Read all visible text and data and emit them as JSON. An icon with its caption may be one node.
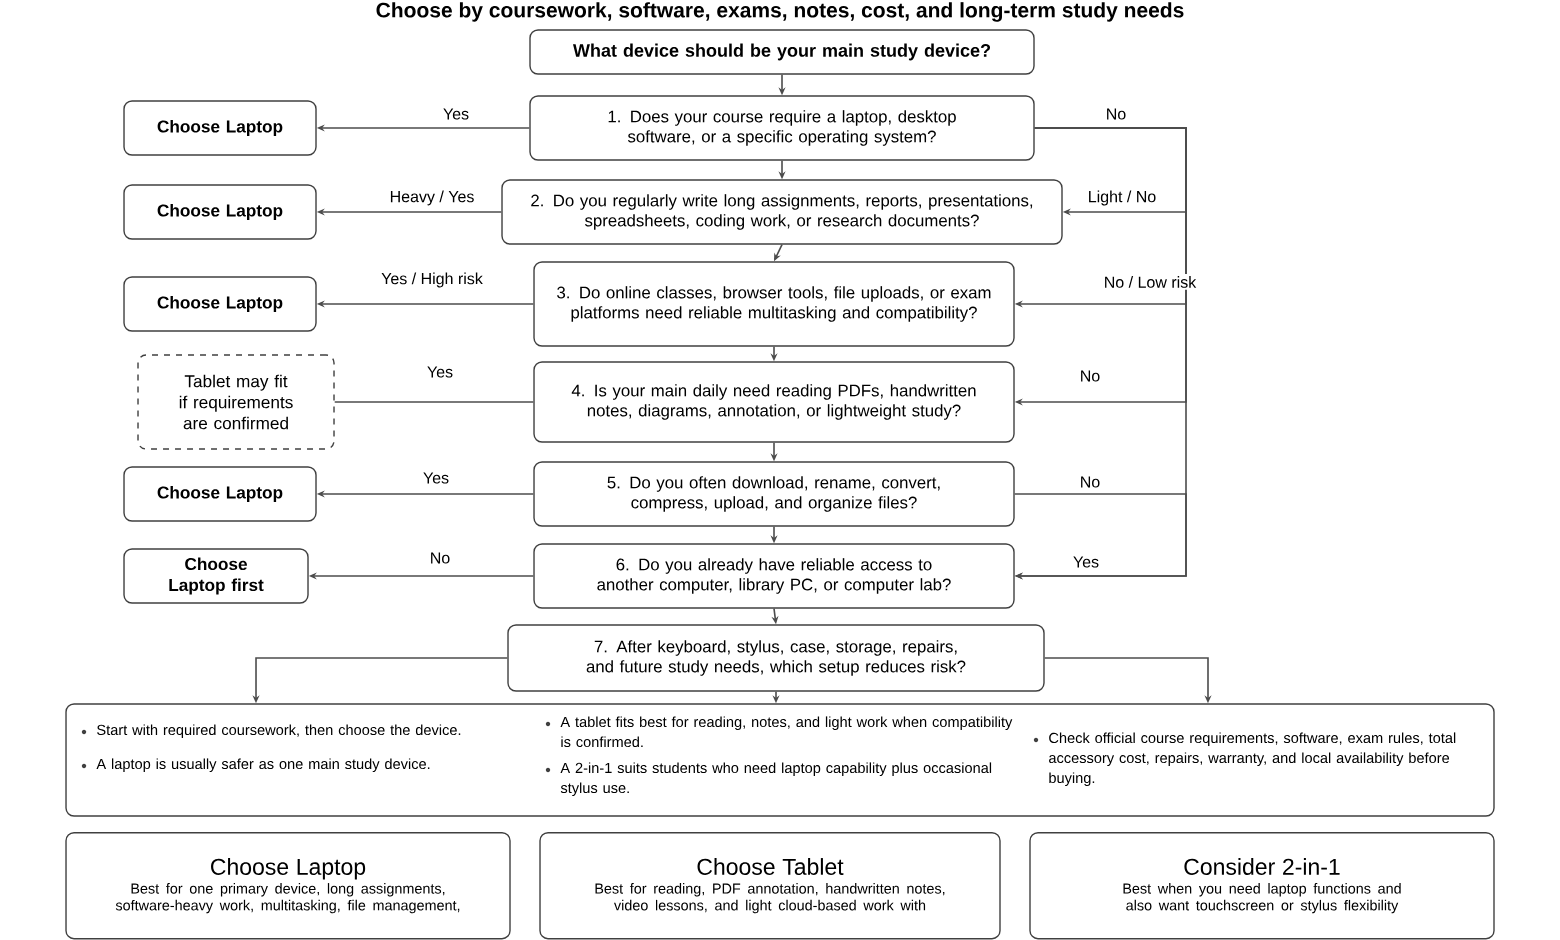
{
  "diagram": {
    "title": "Choose by coursework, software, exams, notes, cost, and long-term study needs",
    "nodes": [
      {
        "text": [
          "What device should be your main study device?"
        ]
      },
      {
        "text": [
          "1. Does your course require a laptop, desktop software, or a specific operating system?"
        ]
      },
      {
        "text": [
          "2. Do you regularly write long assignments, reports, presentations, spreadsheets, coding work, or research documents?"
        ]
      },
      {
        "text": [
          "3. Do online classes, browser tools, file uploads, or exam platforms need reliable multitasking and compatibility?"
        ]
      },
      {
        "text": [
          "4. Is your main daily need reading PDFs, handwritten notes, diagrams, annotation, or lightweight study?"
        ]
      },
      {
        "text": [
          "5. Do you often download, rename, convert, compress, upload, and organize files?"
        ]
      },
      {
        "text": [
          "6. Do you already have reliable access to another computer, library PC, or computer lab?"
        ]
      },
      {
        "text": [
          "7. After keyboard, stylus, case, storage, repairs, and future study needs, which setup reduces risk?"
        ]
      },
      {
        "text": [
          "Start with required coursework, then choose the device.",
          "A laptop is usually safer as one main study device.",
          "A tablet fits best for reading, notes, and light work when compatibility is confirmed.",
          "A 2-in-1 suits students who need laptop capability plus occasional stylus use.",
          "Check official course requirements, software, exam rules, total accessory cost, repairs, warranty, and local availability before buying."
        ]
      },
      {
        "text": [
          "Choose Laptop"
        ]
      },
      {
        "text": [
          "Choose Laptop"
        ]
      },
      {
        "text": [
          "Choose Laptop"
        ]
      },
      {
        "text": [
          "Tablet may fit if requirements are confirmed"
        ]
      },
      {
        "text": [
          "Choose Laptop"
        ]
      },
      {
        "text": [
          "Choose Laptop first"
        ]
      },
      {
        "text": [
          "Choose Laptop",
          "Best for one primary device, long assignments, software-heavy work, multitasking, file management,"
        ]
      },
      {
        "text": [
          "Choose Tablet",
          "Best for reading, PDF annotation, handwritten notes, video lessons, and light cloud-based work with"
        ]
      },
      {
        "text": [
          "Consider 2-in-1",
          "Best when you need laptop functions and also want touchscreen or stylus flexibility"
        ]
      }
    ],
    "edges": [
      {
        "from": 0,
        "to": 1,
        "arrow": "to"
      },
      {
        "from": 1,
        "to": 2,
        "arrow": "to"
      },
      {
        "from": 2,
        "to": 3,
        "arrow": "to"
      },
      {
        "from": 3,
        "to": 4,
        "arrow": "to"
      },
      {
        "from": 4,
        "to": 5,
        "arrow": "to"
      },
      {
        "from": 5,
        "to": 6,
        "arrow": "to"
      },
      {
        "from": 6,
        "to": 7,
        "arrow": "to"
      },
      {
        "from": 1,
        "to": 9,
        "arrow": "to",
        "label": "Yes"
      },
      {
        "from": 2,
        "to": 10,
        "arrow": "to",
        "label": "Heavy / Yes"
      },
      {
        "from": 3,
        "to": 11,
        "arrow": "to",
        "label": "Yes / High risk"
      },
      {
        "from": 4,
        "to": 12,
        "arrow": "none",
        "label": "Yes"
      },
      {
        "from": 5,
        "to": 13,
        "arrow": "to",
        "label": "Yes"
      },
      {
        "from": 6,
        "to": 14,
        "arrow": "to",
        "label": "No"
      },
      {
        "from": 1,
        "to": 2,
        "arrow": "to",
        "label": "Light / No"
      },
      {
        "from": 1,
        "to": 3,
        "arrow": "to",
        "label": "No / Low risk"
      },
      {
        "from": 1,
        "to": 4,
        "arrow": "to",
        "label": "No"
      },
      {
        "from": 1,
        "to": 6,
        "arrow": "to",
        "label": "Yes"
      },
      {
        "from": 5,
        "to": 6,
        "arrow": "to",
        "label": "No"
      },
      {
        "from": 7,
        "to": 8,
        "arrow": "to"
      },
      {
        "from": 7,
        "to": 8,
        "arrow": "to"
      },
      {
        "from": 7,
        "to": 8,
        "arrow": "to"
      }
    ],
    "labels": [
      "No"
    ]
  }
}
